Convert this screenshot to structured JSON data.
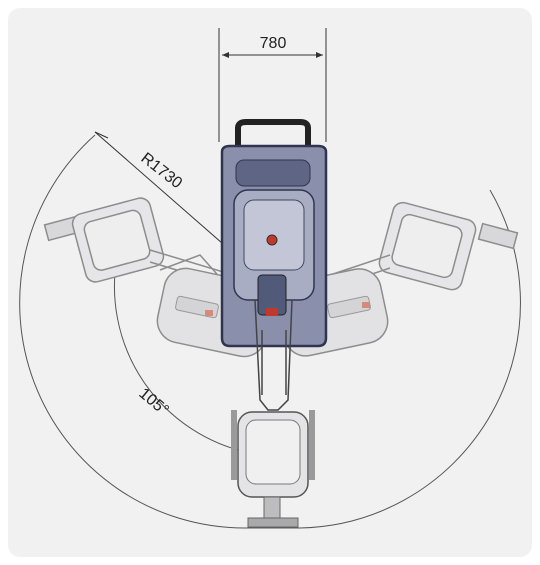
{
  "dimensions": {
    "width_label": "780",
    "radius_label": "R1730",
    "angle_label": "105°"
  },
  "colors": {
    "panel_bg": "#f1f1f2",
    "body_fill": "#8a8fab",
    "body_dark": "#3e4560",
    "outline": "#333333",
    "ghost": "#9a9a9a",
    "accent": "#c0392b"
  }
}
